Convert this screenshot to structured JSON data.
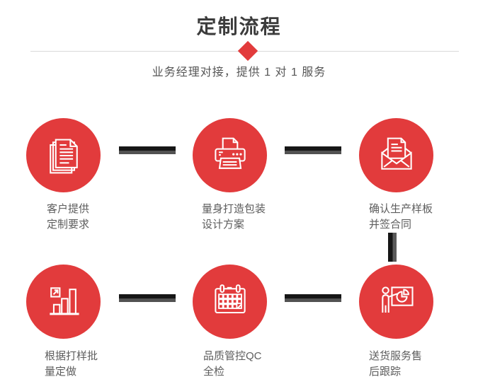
{
  "header": {
    "title": "定制流程",
    "subtitle": "业务经理对接，提供 1 对 1 服务"
  },
  "steps": [
    {
      "id": 1,
      "icon": "documents-icon",
      "line1": "客户提供",
      "line2": "定制要求"
    },
    {
      "id": 2,
      "icon": "printer-icon",
      "line1": "量身打造包装",
      "line2": "设计方案"
    },
    {
      "id": 3,
      "icon": "open-envelope-icon",
      "line1": "确认生产样板",
      "line2": "并签合同"
    },
    {
      "id": 4,
      "icon": "bar-chart-icon",
      "line1": "根据打样批",
      "line2": "量定做"
    },
    {
      "id": 5,
      "icon": "calendar-icon",
      "line1": "品质管控QC",
      "line2": "全检"
    },
    {
      "id": 6,
      "icon": "presentation-icon",
      "line1": "送货服务售",
      "line2": "后跟踪"
    }
  ],
  "colors": {
    "accent_red": "#e23b3c",
    "connector_black": "#161616",
    "connector_gray": "#525252",
    "divider_gray": "#d9d9d9",
    "title_text": "#3c3c3c",
    "label_text": "#5d5d5d"
  }
}
